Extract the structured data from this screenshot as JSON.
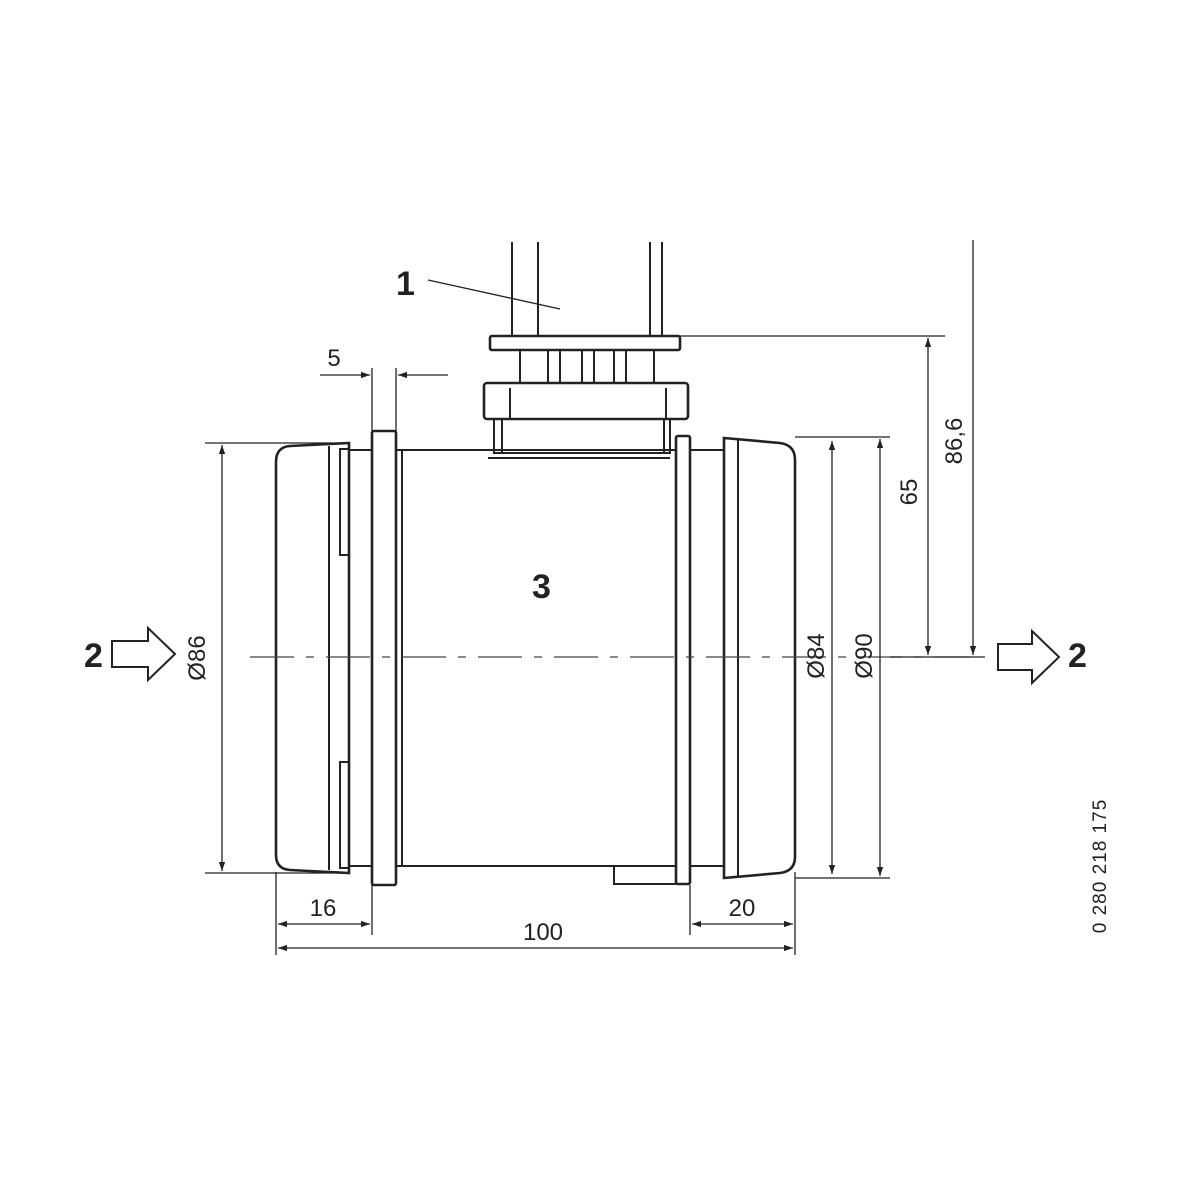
{
  "callouts": {
    "c1": "1",
    "c2_left": "2",
    "c2_right": "2",
    "c3": "3"
  },
  "dimensions": {
    "d86": "Ø86",
    "d84": "Ø84",
    "d90": "Ø90",
    "h65": "65",
    "h866": "86,6",
    "w5": "5",
    "w16": "16",
    "w20": "20",
    "w100": "100"
  },
  "part_number": "0 280 218 175",
  "colors": {
    "ink": "#222222",
    "background": "#ffffff"
  },
  "icons": {
    "flow_arrow": "hollow-right-arrow-icon"
  }
}
